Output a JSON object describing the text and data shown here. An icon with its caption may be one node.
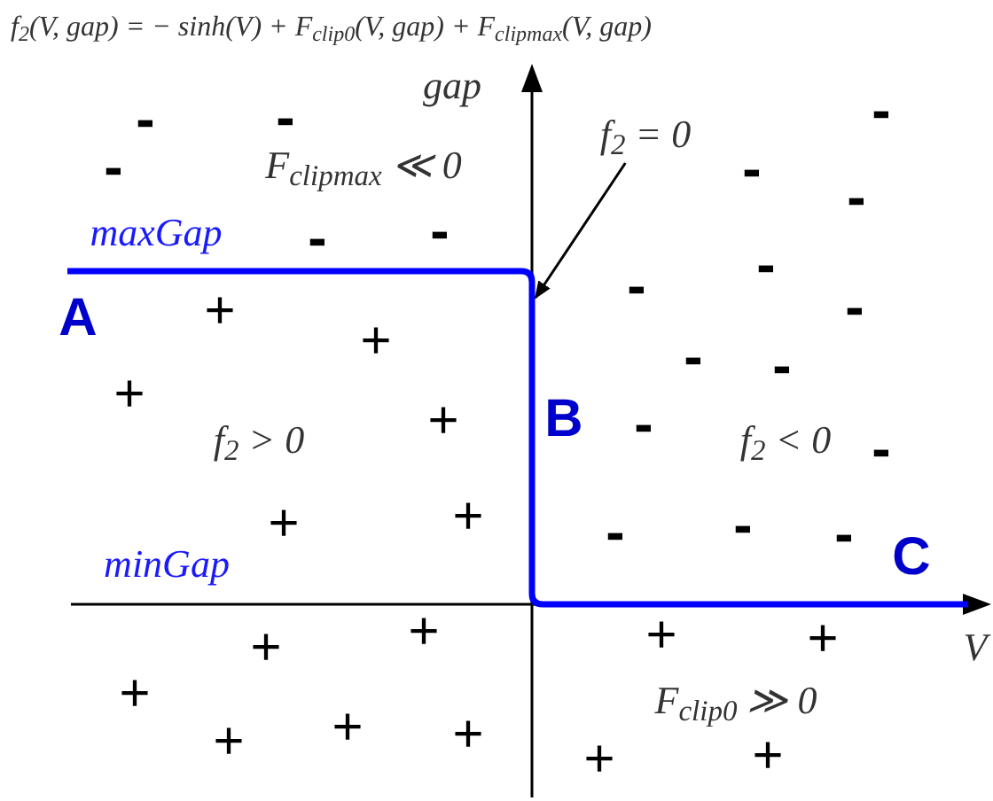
{
  "diagram": {
    "title": "f$_{2}$(V, gap) = − sinh(V) + F$_{clip0}$(V, gap) + F$_{clipmax}$(V, gap)",
    "nodes": [
      {
        "text": [
          "f$_{2}$ = 0"
        ]
      },
      {
        "text": [],
        "shape": "curve"
      }
    ],
    "edges": [
      {
        "from": 0,
        "to": 1,
        "arrow": "to"
      }
    ],
    "labels": [
      "gap",
      "-",
      "-",
      "-",
      "F$_{clipmax}$ ≪ 0",
      "-",
      "-",
      "-",
      "maxGap",
      "-",
      "-",
      "-",
      "-",
      "-",
      "A",
      "+",
      "+",
      "-",
      "-",
      "+",
      "B",
      "+",
      "-",
      "f$_{2}$ > 0",
      "f$_{2}$ < 0",
      "-",
      "+",
      "+",
      "-",
      "-",
      "-",
      "minGap",
      "C",
      "+",
      "+",
      "+",
      "V",
      "+",
      "+",
      "F$_{clip0}$ ≫ 0",
      "+",
      "+",
      "+",
      "+",
      "+"
    ]
  }
}
